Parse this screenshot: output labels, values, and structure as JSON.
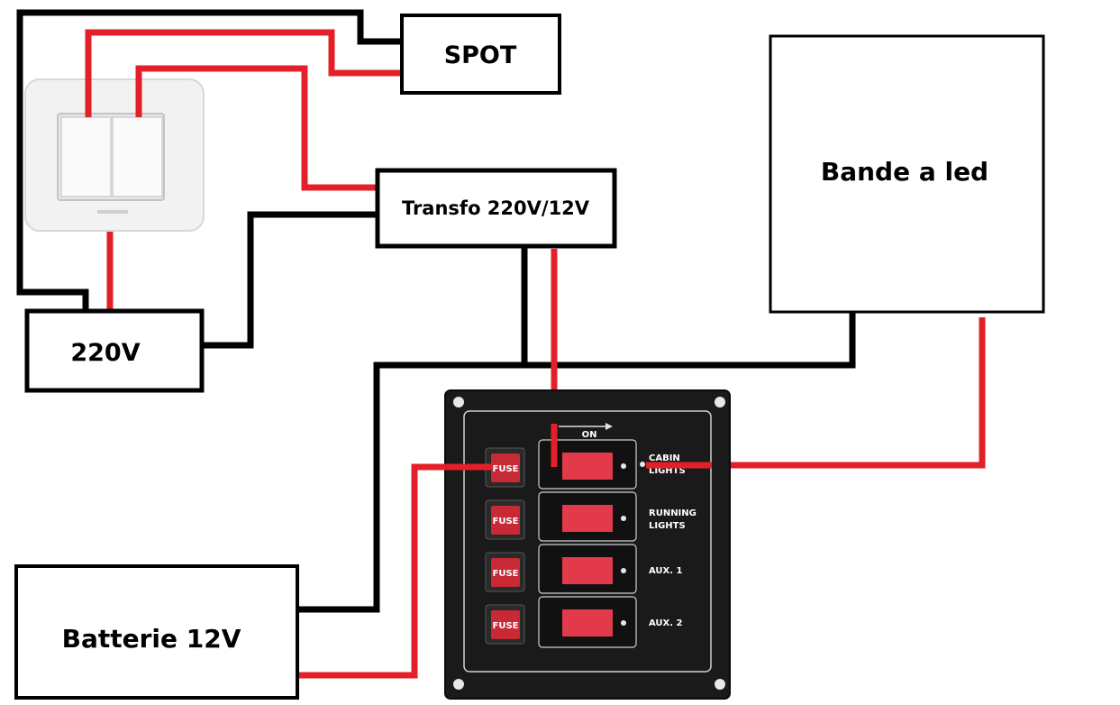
{
  "components": {
    "spot": "SPOT",
    "transfo": "Transfo 220V/12V",
    "bande_led": "Bande a led",
    "mains": "220V",
    "battery": "Batterie 12V"
  },
  "panel": {
    "on_label": "ON",
    "fuse_label": "FUSE",
    "channels": [
      {
        "line1": "CABIN",
        "line2": "LIGHTS"
      },
      {
        "line1": "RUNNING",
        "line2": "LIGHTS"
      },
      {
        "line1": "AUX. 1",
        "line2": ""
      },
      {
        "line1": "AUX. 2",
        "line2": ""
      }
    ]
  },
  "colors": {
    "wire_red": "#e3202a",
    "wire_black": "#000000",
    "panel_bg": "#1a1a1a",
    "rocker": "#e23a4a",
    "fuse": "#c72a35"
  }
}
